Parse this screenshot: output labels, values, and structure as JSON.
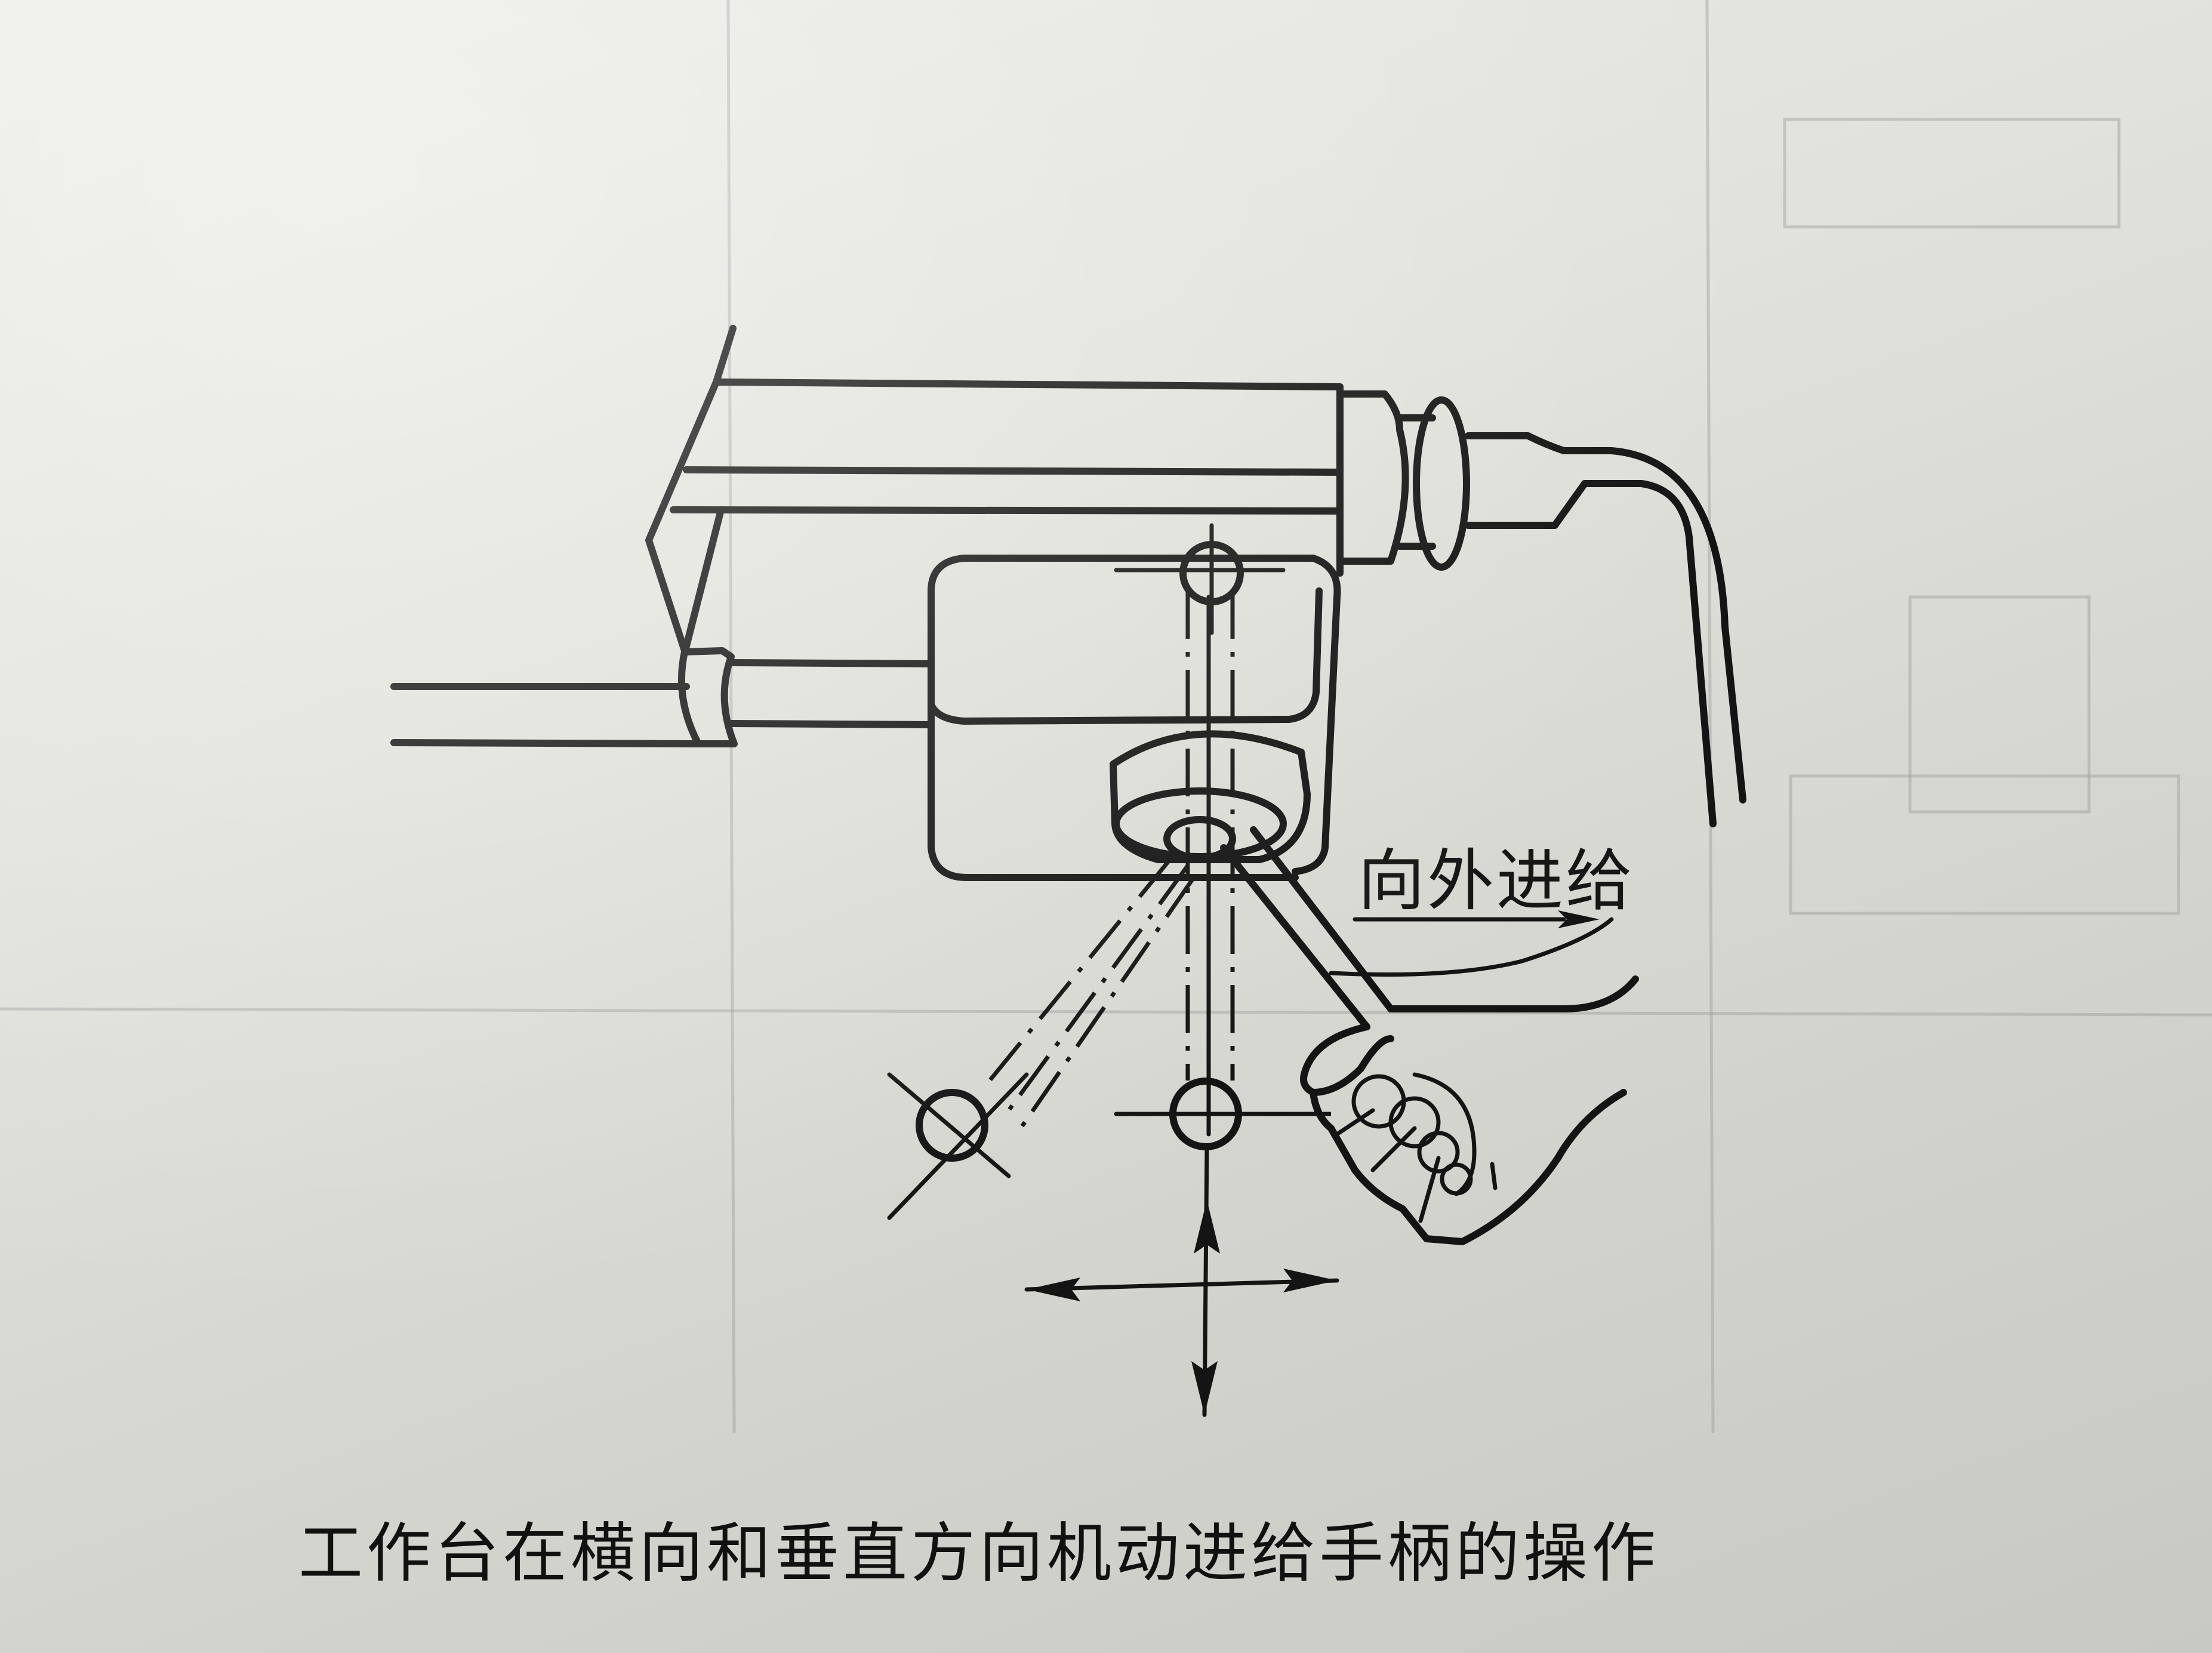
{
  "figure": {
    "caption": "工作台在横向和垂直方向机动进给手柄的操作",
    "annotations": {
      "feed_direction_label": "向外进给"
    },
    "elements": {
      "arrow_feed_direction": "arrow-right-icon",
      "handle_positions": [
        "center",
        "down",
        "down-left"
      ],
      "direction_indicator": "four-way-arrow-icon",
      "hand": "hand-icon"
    },
    "colors": {
      "ink": "#141414",
      "paper": "#e2e2dc"
    }
  }
}
